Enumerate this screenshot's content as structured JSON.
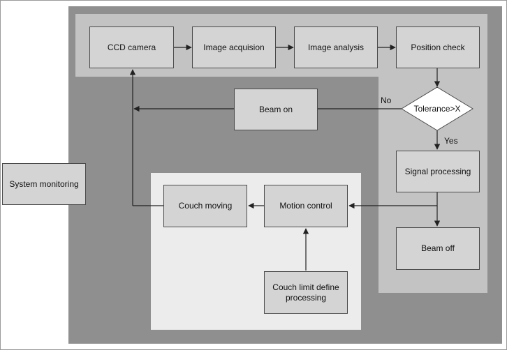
{
  "diagram": {
    "nodes": {
      "ccd_camera": "CCD camera",
      "image_acquisition": "Image acquision",
      "image_analysis": "Image analysis",
      "position_check": "Position check",
      "tolerance": "Tolerance>X",
      "beam_on": "Beam on",
      "signal_processing": "Signal processing",
      "beam_off": "Beam off",
      "motion_control": "Motion control",
      "couch_moving": "Couch moving",
      "couch_limit": "Couch limit define processing",
      "system_monitoring": "System monitoring"
    },
    "edge_labels": {
      "no": "No",
      "yes": "Yes"
    },
    "colors": {
      "outer_panel": "#8f8f8f",
      "top_region": "#c3c3c3",
      "motion_region": "#ececec",
      "node_fill": "#d4d4d4",
      "line": "#222222"
    }
  }
}
